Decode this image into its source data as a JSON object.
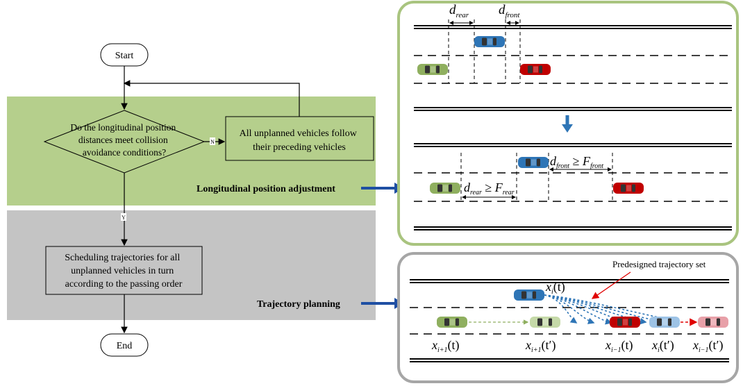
{
  "flowchart": {
    "start_label": "Start",
    "end_label": "End",
    "decision_lines": [
      "Do the longitudinal position",
      "distances meet collision",
      "avoidance conditions?"
    ],
    "follow_lines": [
      "All unplanned vehicles follow",
      "their preceding vehicles"
    ],
    "schedule_lines": [
      "Scheduling trajectories for all",
      "unplanned vehicles in turn",
      "according to the passing order"
    ],
    "no_label": "N",
    "yes_label": "Y",
    "colors": {
      "green_band": "#b5cf8c",
      "gray_band": "#c4c4c4"
    }
  },
  "annotations": {
    "longitudinal": "Longitudinal position adjustment",
    "trajectory": "Trajectory planning",
    "predesigned": "Predesigned trajectory set"
  },
  "math": {
    "d": "d",
    "F": "F",
    "x": "x",
    "rear": "rear",
    "front": "front",
    "geq": "≥",
    "t": "(t)",
    "tp": "(t′)",
    "i": "i",
    "ip1": "i+1",
    "im1": "i−1"
  },
  "colors": {
    "panel_top_border": "#a9c47f",
    "panel_bottom_border": "#a6a6a6",
    "arrow_blue": "#1f4fa3",
    "car_green": "#8faf5f",
    "car_blue": "#2e75b6",
    "car_red": "#c00000",
    "car_pink": "#e8a0a8",
    "car_light_blue": "#9dc3e6",
    "car_light_green": "#c5d9a8"
  }
}
